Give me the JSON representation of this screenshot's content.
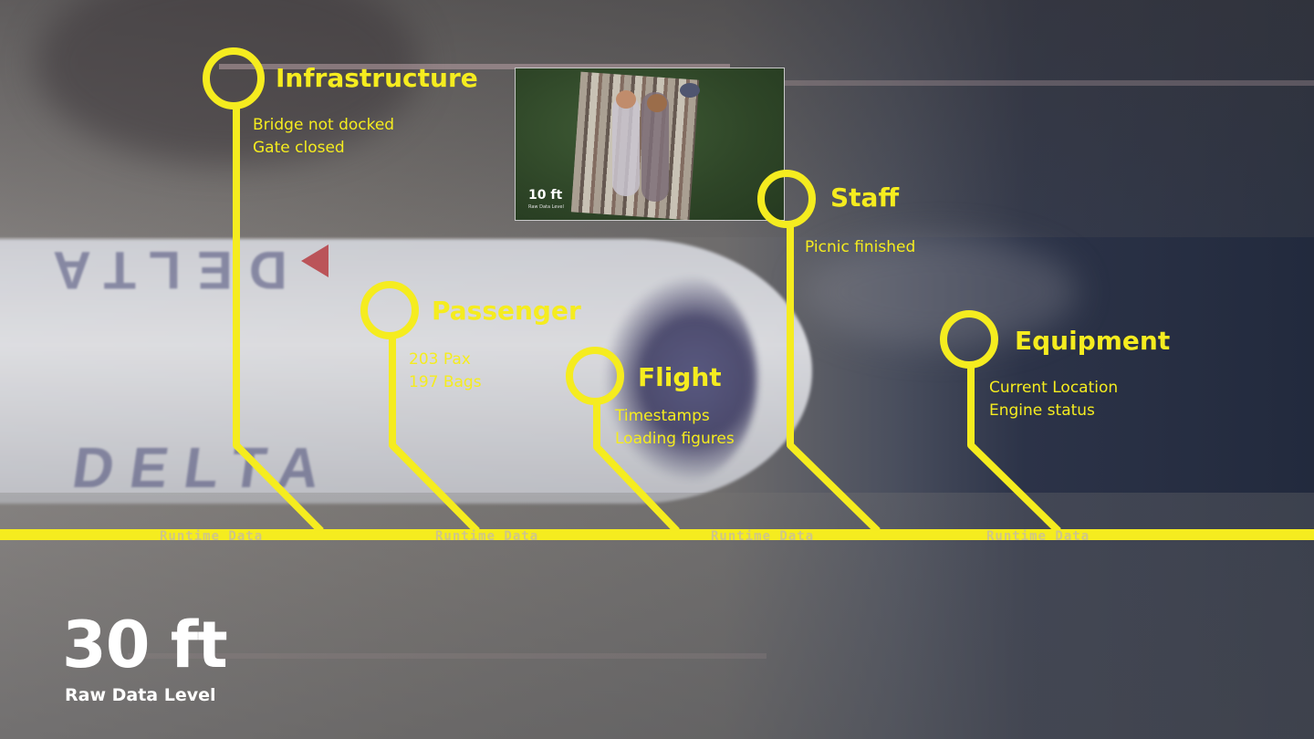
{
  "colors": {
    "accent": "#f5ec1f",
    "text_white": "#ffffff"
  },
  "categories": [
    {
      "id": "infrastructure",
      "title": "Infrastructure",
      "lines": [
        "Bridge not docked",
        "Gate closed"
      ]
    },
    {
      "id": "passenger",
      "title": "Passenger",
      "lines": [
        "203 Pax",
        "197 Bags"
      ]
    },
    {
      "id": "flight",
      "title": "Flight",
      "lines": [
        "Timestamps",
        "Loading figures"
      ]
    },
    {
      "id": "staff",
      "title": "Staff",
      "lines": [
        "Picnic finished"
      ]
    },
    {
      "id": "equipment",
      "title": "Equipment",
      "lines": [
        "Current Location",
        "Engine status"
      ]
    }
  ],
  "timeline": {
    "labels": [
      "Runtime Data",
      "Runtime Data",
      "Runtime Data",
      "Runtime Data"
    ]
  },
  "background_text": {
    "livery_top": "DELTA",
    "livery_bottom": "DELTA"
  },
  "inset": {
    "title": "10 ft",
    "subtitle": "Raw Data Level"
  },
  "level": {
    "altitude": "30 ft",
    "label": "Raw Data Level"
  }
}
